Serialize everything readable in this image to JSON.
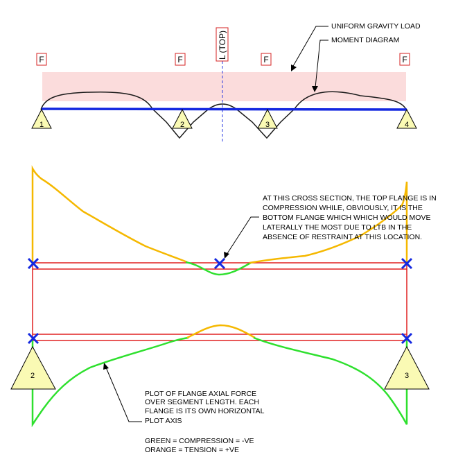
{
  "fixity_marker": "F",
  "centerline_label": "L (TOP)",
  "callouts": {
    "load": "UNIFORM GRAVITY LOAD",
    "moment": "MOMENT DIAGRAM",
    "section_note": [
      "AT THIS CROSS SECTION, THE TOP FLANGE IS IN",
      "COMPRESSION WHILE, OBVIOUSLY, IT IS THE",
      "BOTTOM FLANGE WHICH WHICH WOULD MOVE",
      "LATERALLY THE MOST DUE TO LTB IN THE",
      "ABSENCE OF RESTRAINT AT THIS LOCATION."
    ],
    "plot_note": [
      "PLOT OF FLANGE AXIAL FORCE",
      "OVER SEGMENT LENGTH.  EACH",
      "FLANGE IS ITS OWN HORIZONTAL",
      "PLOT AXIS"
    ]
  },
  "legend": {
    "green": "GREEN = COMPRESSION = -VE",
    "orange": "ORANGE = TENSION = +VE"
  },
  "supports_top": [
    "1",
    "2",
    "3",
    "4"
  ],
  "supports_bottom": [
    "2",
    "3"
  ],
  "colors": {
    "load_fill": "#fbdcdc",
    "beam": "#1428e0",
    "flange": "#e02020",
    "compression": "#2ee02e",
    "tension": "#f5b800",
    "restraint": "#1428e0",
    "support_fill": "#fafab4",
    "centerline": "#2838e0"
  }
}
